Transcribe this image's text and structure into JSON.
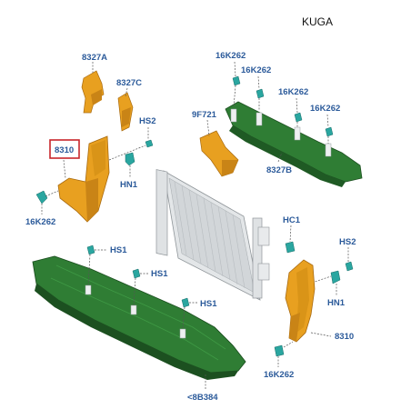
{
  "title": "KUGA",
  "colors": {
    "orange": "#e8a020",
    "orange_dark": "#a86a10",
    "green": "#2f7d34",
    "green_dark": "#1c5020",
    "fastener": "#2aa6a0",
    "radiator": "#cfd3d6",
    "label": "#2b5a9a",
    "highlight": "#c8262b"
  },
  "labels": {
    "part_8327A": "8327A",
    "part_8327C": "8327C",
    "part_HS2_top": "HS2",
    "part_8310_top": "8310",
    "part_HN1_top": "HN1",
    "part_16K262_left": "16K262",
    "part_9F721": "9F721",
    "part_16K262_a": "16K262",
    "part_16K262_b": "16K262",
    "part_16K262_c": "16K262",
    "part_16K262_d": "16K262",
    "part_8327B": "8327B",
    "part_HC1": "HC1",
    "part_HS2_right": "HS2",
    "part_HN1_right": "HN1",
    "part_8310_right": "8310",
    "part_16K262_bottom": "16K262",
    "part_HS1_a": "HS1",
    "part_HS1_b": "HS1",
    "part_HS1_c": "HS1",
    "part_8B384": "<8B384"
  },
  "highlighted_part": "8310",
  "icons": {
    "fastener": "clip-fastener-icon",
    "screw": "screw-icon"
  }
}
